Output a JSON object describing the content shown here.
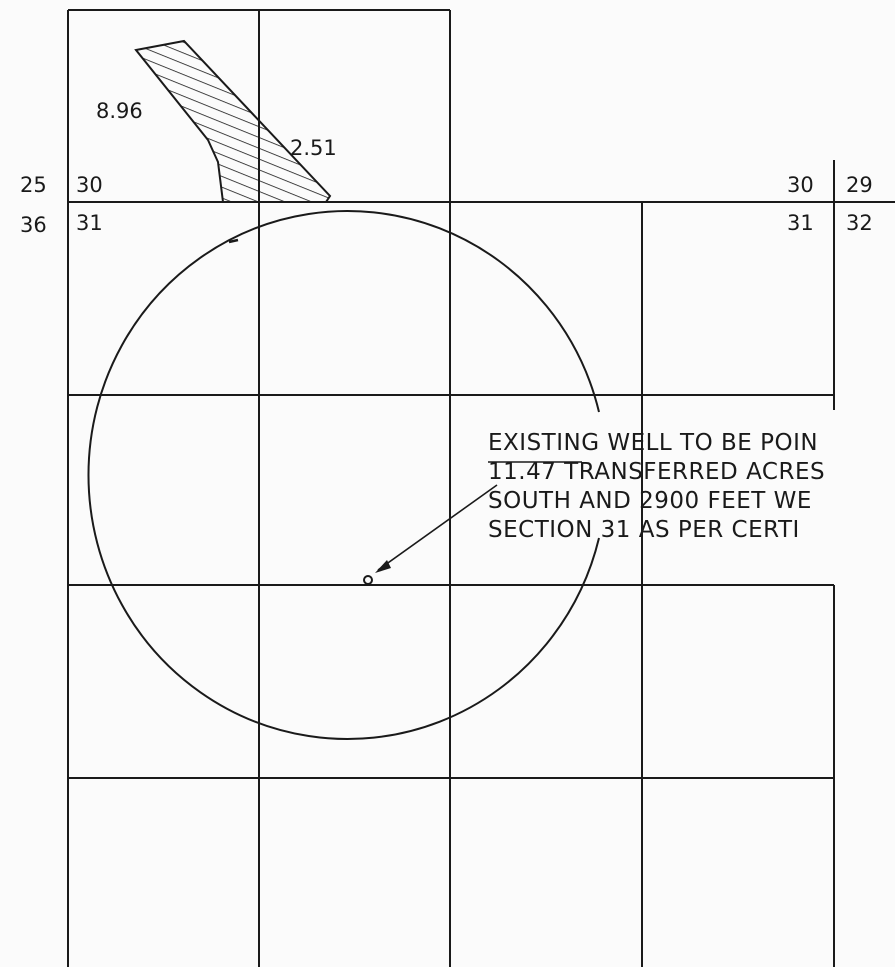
{
  "section_numbers": {
    "upper_left_west": "25",
    "upper_left_east": "30",
    "lower_left_west": "36",
    "lower_left_east": "31",
    "upper_right_west": "30",
    "upper_right_east": "29",
    "lower_right_west": "31",
    "lower_right_east": "32"
  },
  "acreage_labels": {
    "west_parcel": "8.96",
    "east_parcel": "2.51"
  },
  "note_lines": [
    "EXISTING WELL TO BE POIN",
    "11.47 TRANSFERRED ACRES",
    "SOUTH AND 2900 FEET WE",
    "SECTION 31 AS PER CERTI"
  ],
  "colors": {
    "line": "#1a1a1a",
    "paper": "#fbfbfb"
  }
}
